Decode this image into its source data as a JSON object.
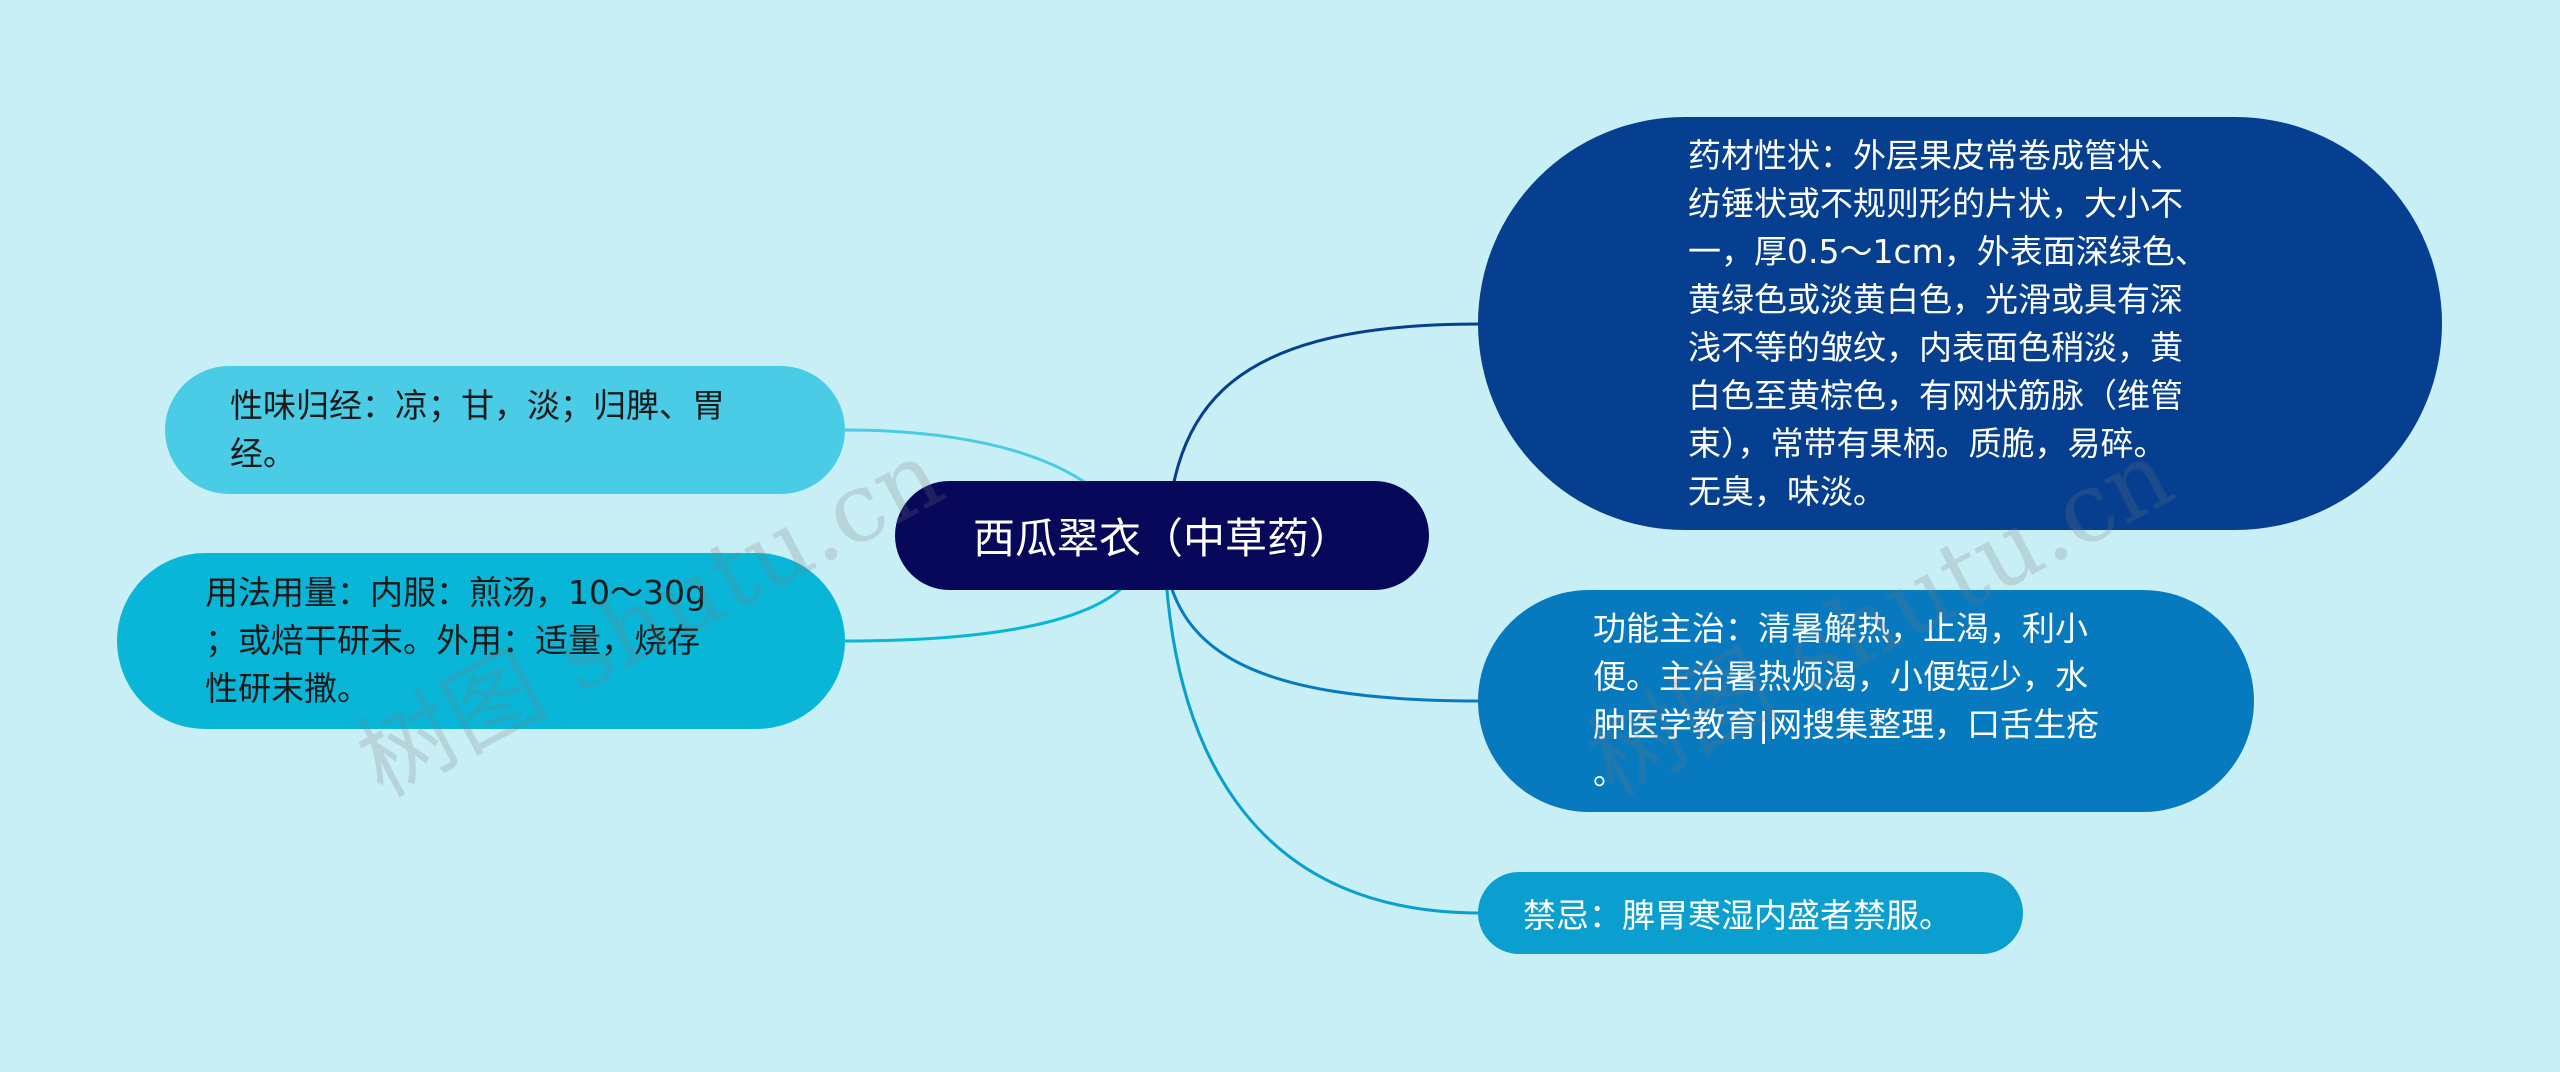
{
  "mindmap": {
    "center": {
      "label": "西瓜翠衣（中草药）"
    },
    "right_branches": [
      {
        "id": "prop",
        "text": "药材性状：外层果皮常卷成管状、\n纺锤状或不规则形的片状，大小不\n一，厚0.5～1cm，外表面深绿色、\n黄绿色或淡黄白色，光滑或具有深\n浅不等的皱纹，内表面色稍淡，黄\n白色至黄棕色，有网状筋脉（维管\n束），常带有果柄。质脆，易碎。\n无臭，味淡。"
      },
      {
        "id": "func",
        "text": "功能主治：清暑解热，止渴，利小\n便。主治暑热烦渴，小便短少，水\n肿医学教育|网搜集整理，口舌生疮\n。"
      },
      {
        "id": "taboo",
        "text": "禁忌：脾胃寒湿内盛者禁服。"
      }
    ],
    "left_branches": [
      {
        "id": "taste",
        "text": "性味归经：凉；甘，淡；归脾、胃\n经。"
      },
      {
        "id": "usage",
        "text": "用法用量：内服：煎汤，10～30g\n；或焙干研末。外用：适量，烧存\n性研末撒。"
      }
    ]
  },
  "watermark": {
    "text": "树图 shutu.cn"
  },
  "colors": {
    "background": "#c9eff6",
    "center": "#07085a",
    "prop": "#063f8f",
    "func": "#0779be",
    "taboo": "#0b9fd0",
    "taste": "#4acbe6",
    "usage": "#0ab6d8"
  }
}
